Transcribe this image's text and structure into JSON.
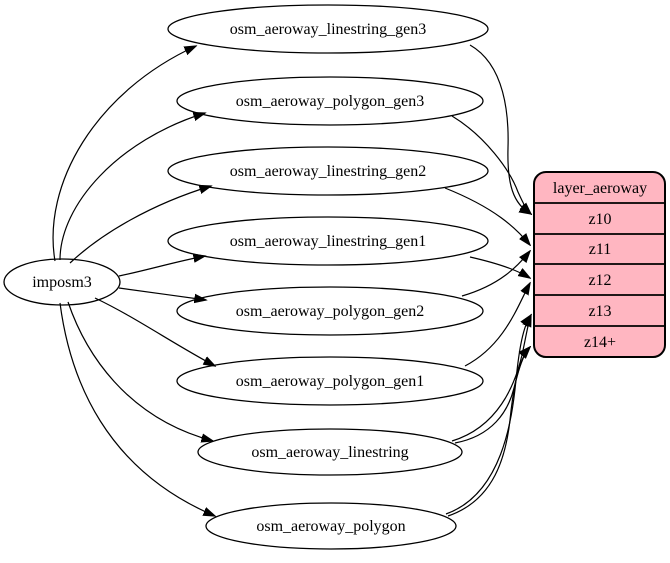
{
  "diagram": {
    "kind": "etl-graph",
    "source_node": {
      "id": "imposm3",
      "label": "imposm3"
    },
    "table_nodes": [
      {
        "id": "osm_aeroway_linestring_gen3",
        "label": "osm_aeroway_linestring_gen3"
      },
      {
        "id": "osm_aeroway_polygon_gen3",
        "label": "osm_aeroway_polygon_gen3"
      },
      {
        "id": "osm_aeroway_linestring_gen2",
        "label": "osm_aeroway_linestring_gen2"
      },
      {
        "id": "osm_aeroway_linestring_gen1",
        "label": "osm_aeroway_linestring_gen1"
      },
      {
        "id": "osm_aeroway_polygon_gen2",
        "label": "osm_aeroway_polygon_gen2"
      },
      {
        "id": "osm_aeroway_polygon_gen1",
        "label": "osm_aeroway_polygon_gen1"
      },
      {
        "id": "osm_aeroway_linestring",
        "label": "osm_aeroway_linestring"
      },
      {
        "id": "osm_aeroway_polygon",
        "label": "osm_aeroway_polygon"
      }
    ],
    "layer_node": {
      "header": "layer_aeroway",
      "rows": [
        "z10",
        "z11",
        "z12",
        "z13",
        "z14+"
      ],
      "fill": "#ffb6c1"
    },
    "edges": [
      {
        "from": "imposm3",
        "to": "osm_aeroway_linestring_gen3"
      },
      {
        "from": "imposm3",
        "to": "osm_aeroway_polygon_gen3"
      },
      {
        "from": "imposm3",
        "to": "osm_aeroway_linestring_gen2"
      },
      {
        "from": "imposm3",
        "to": "osm_aeroway_linestring_gen1"
      },
      {
        "from": "imposm3",
        "to": "osm_aeroway_polygon_gen2"
      },
      {
        "from": "imposm3",
        "to": "osm_aeroway_polygon_gen1"
      },
      {
        "from": "imposm3",
        "to": "osm_aeroway_linestring"
      },
      {
        "from": "imposm3",
        "to": "osm_aeroway_polygon"
      },
      {
        "from": "osm_aeroway_linestring_gen3",
        "to": "z10"
      },
      {
        "from": "osm_aeroway_polygon_gen3",
        "to": "z10"
      },
      {
        "from": "osm_aeroway_linestring_gen2",
        "to": "z11"
      },
      {
        "from": "osm_aeroway_polygon_gen2",
        "to": "z11"
      },
      {
        "from": "osm_aeroway_linestring_gen1",
        "to": "z12"
      },
      {
        "from": "osm_aeroway_polygon_gen1",
        "to": "z12"
      },
      {
        "from": "osm_aeroway_linestring",
        "to": "z13"
      },
      {
        "from": "osm_aeroway_linestring",
        "to": "z14+"
      },
      {
        "from": "osm_aeroway_polygon",
        "to": "z13"
      },
      {
        "from": "osm_aeroway_polygon",
        "to": "z14+"
      }
    ],
    "colors": {
      "background": "#ffffff",
      "node_fill": "#ffffff",
      "stroke": "#000000",
      "record_fill": "#ffb6c1",
      "text": "#000000"
    }
  }
}
